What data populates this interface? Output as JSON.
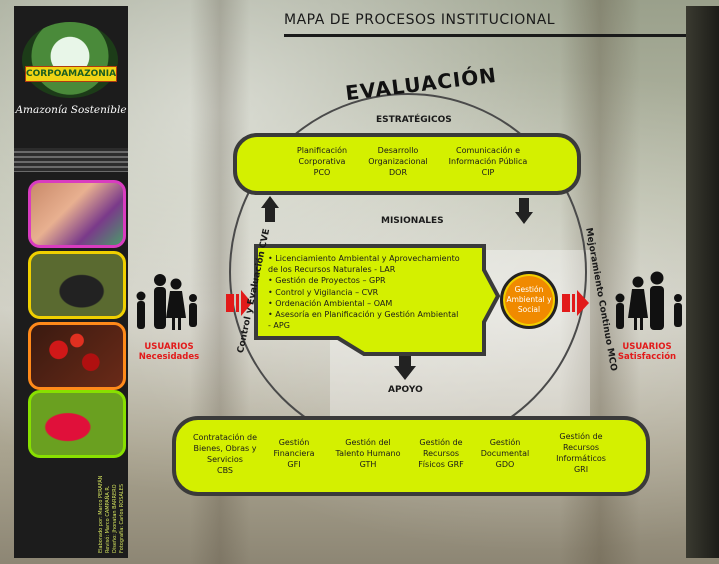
{
  "title": "MAPA DE PROCESOS INSTITUCIONAL",
  "logo": {
    "name": "CORPOAMAZONIA",
    "tagline": "Amazonía Sostenible"
  },
  "cycle": {
    "top": "EVALUACIÓN",
    "left": "Control y Evaluación CVE",
    "right": "Mejoramiento Continuo MCO"
  },
  "strategic": {
    "label": "ESTRATÉGICOS",
    "items": [
      {
        "line1": "Planificación",
        "line2": "Corporativa",
        "line3": "PCO"
      },
      {
        "line1": "Desarrollo",
        "line2": "Organizacional",
        "line3": "DOR"
      },
      {
        "line1": "Comunicación e",
        "line2": "Información Pública",
        "line3": "CIP"
      }
    ]
  },
  "missional": {
    "label": "MISIONALES",
    "items": [
      "• Licenciamiento Ambiental y Aprovechamiento",
      "de los Recursos Naturales - LAR",
      "• Gestión de Proyectos – GPR",
      "• Control y Vigilancia – CVR",
      "• Ordenación Ambiental – OAM",
      "• Asesoría en Planificación y Gestión Ambiental",
      "- APG"
    ],
    "outcome": "Gestión Ambiental y Social"
  },
  "support": {
    "label": "APOYO",
    "items": [
      {
        "lines": [
          "Contratación de",
          "Bienes, Obras y",
          "Servicios",
          "CBS"
        ]
      },
      {
        "lines": [
          "Gestión",
          "Financiera",
          "GFI"
        ]
      },
      {
        "lines": [
          "Gestión del",
          "Talento Humano",
          "GTH"
        ]
      },
      {
        "lines": [
          "Gestión de",
          "Recursos",
          "Físicos GRF"
        ]
      },
      {
        "lines": [
          "Gestión",
          "Documental",
          "GDO"
        ]
      },
      {
        "lines": [
          "Gestión de",
          "Recursos",
          "Informáticos",
          "GRI"
        ]
      }
    ]
  },
  "users_in": {
    "line1": "USUARIOS",
    "line2": "Necesidades"
  },
  "users_out": {
    "line1": "USUARIOS",
    "line2": "Satisfacción"
  },
  "credits": [
    "Elaborado por: Marco PERAFÁN",
    "Revisó: Marco CAMPAÑA R.",
    "Diseño: Jhonatan BARRERO",
    "Fotografía: Carlos ROSALES"
  ],
  "colors": {
    "panel": "#d4f000",
    "arrow": "#e21a1a",
    "outcome": "#f08a00",
    "users_text": "#e21a1a"
  }
}
